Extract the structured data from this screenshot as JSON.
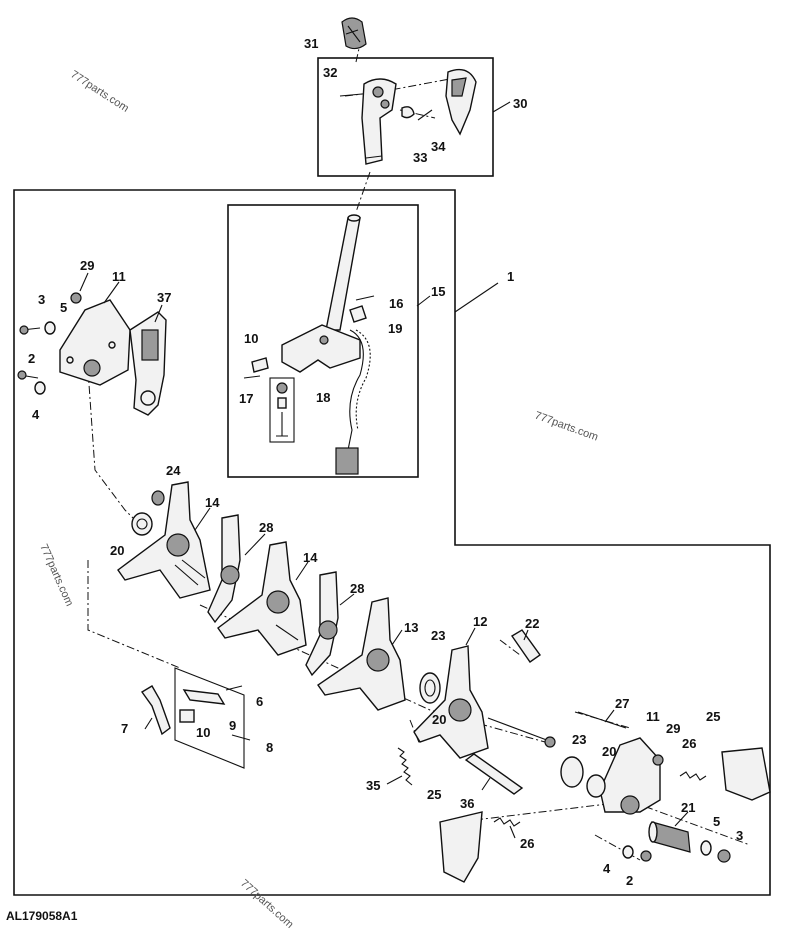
{
  "figure_id": "AL179058A1",
  "watermarks": [
    "777parts.com",
    "777parts.com",
    "777parts.com",
    "777parts.com"
  ],
  "callouts": [
    "1",
    "2",
    "2",
    "3",
    "3",
    "4",
    "4",
    "5",
    "5",
    "6",
    "7",
    "8",
    "9",
    "10",
    "10",
    "11",
    "11",
    "12",
    "13",
    "14",
    "14",
    "15",
    "16",
    "17",
    "18",
    "19",
    "20",
    "20",
    "20",
    "21",
    "22",
    "23",
    "23",
    "24",
    "25",
    "25",
    "26",
    "26",
    "27",
    "28",
    "28",
    "29",
    "29",
    "30",
    "31",
    "32",
    "33",
    "34",
    "35",
    "36",
    "37"
  ]
}
